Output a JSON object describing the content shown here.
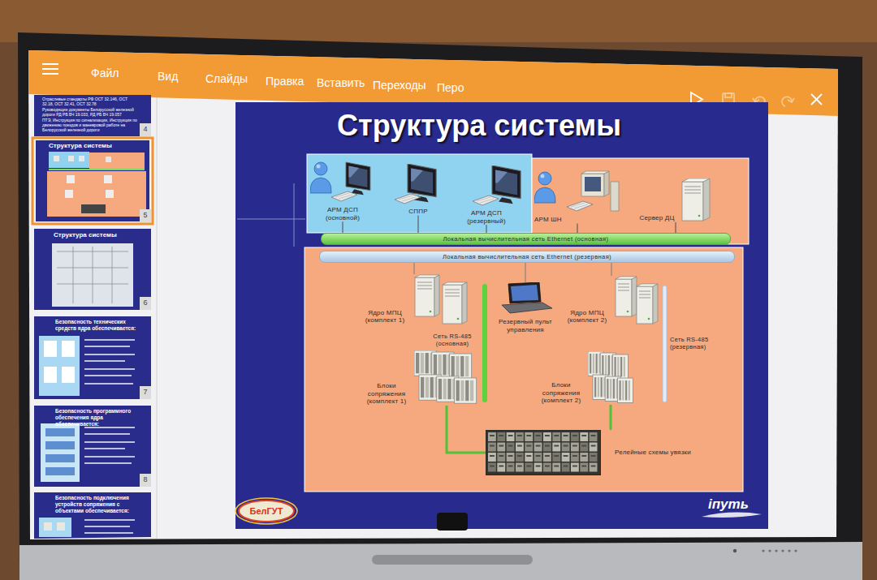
{
  "diagram": {
    "title": "Структура системы",
    "nodes": [
      {
        "text": [
          "АРМ ДСП (основной)"
        ]
      },
      {
        "text": [
          "СППР"
        ]
      },
      {
        "text": [
          "АРМ ДСП (резервный)"
        ]
      },
      {
        "text": [
          "АРМ ШН"
        ]
      },
      {
        "text": [
          "Сервер ДЦ"
        ]
      },
      {
        "text": [
          "Локальная вычислительная сеть Ethernet (основная)"
        ]
      },
      {
        "text": [
          "Локальная вычислительная сеть Ethernet (резервная)"
        ]
      },
      {
        "text": [
          "Ядро МПЦ (комплект 1)"
        ]
      },
      {
        "text": [
          "Резервный пульт управления"
        ]
      },
      {
        "text": [
          "Ядро МПЦ (комплект 2)"
        ]
      },
      {
        "text": [
          "Блоки сопряжения (комплект 1)"
        ]
      },
      {
        "text": [
          "Блоки сопряжения (комплект 2)"
        ]
      },
      {
        "text": [
          "Релейные схемы увязки"
        ]
      }
    ],
    "edges": [
      {
        "from": 0,
        "to": 5,
        "arrow": "none"
      },
      {
        "from": 1,
        "to": 5,
        "arrow": "none"
      },
      {
        "from": 2,
        "to": 5,
        "arrow": "none"
      },
      {
        "from": 3,
        "to": 5,
        "arrow": "none"
      },
      {
        "from": 4,
        "to": 5,
        "arrow": "none"
      },
      {
        "from": 7,
        "to": 6,
        "arrow": "none"
      },
      {
        "from": 8,
        "to": 6,
        "arrow": "none"
      },
      {
        "from": 9,
        "to": 6,
        "arrow": "none"
      },
      {
        "from": 10,
        "to": 12,
        "arrow": "none"
      },
      {
        "from": 11,
        "to": 12,
        "arrow": "none"
      }
    ],
    "labels": [
      "Файл",
      "Вид",
      "Слайды",
      "Правка",
      "Вставить",
      "Переходы",
      "Перо",
      "Отраслевые стандарты РФ ОСТ 32.146, ОСТ 32.18, ОСТ 32.41, ОСТ 32.78",
      "Руководящие документы Белорусской железной дороги РД РБ БЧ 19.033, РД РБ БЧ 19.057",
      "ПТЭ, Инструкция по сигнализации, Инструкция по движению поездов и маневровой работе на Белорусской железной дороги",
      "4",
      "Структура системы",
      "5",
      "Структура системы",
      "6",
      "Безопасность технических средств ядра обеспечивается:",
      "7",
      "Безопасность программного обеспечения ядра обеспечивается:",
      "8",
      "Безопасность подключения устройств сопряжения с объектами обеспечивается:",
      "Сеть RS-485 (основная)",
      "Сеть RS-485 (резервная)",
      "БелГУТ",
      "iпуть"
    ]
  }
}
